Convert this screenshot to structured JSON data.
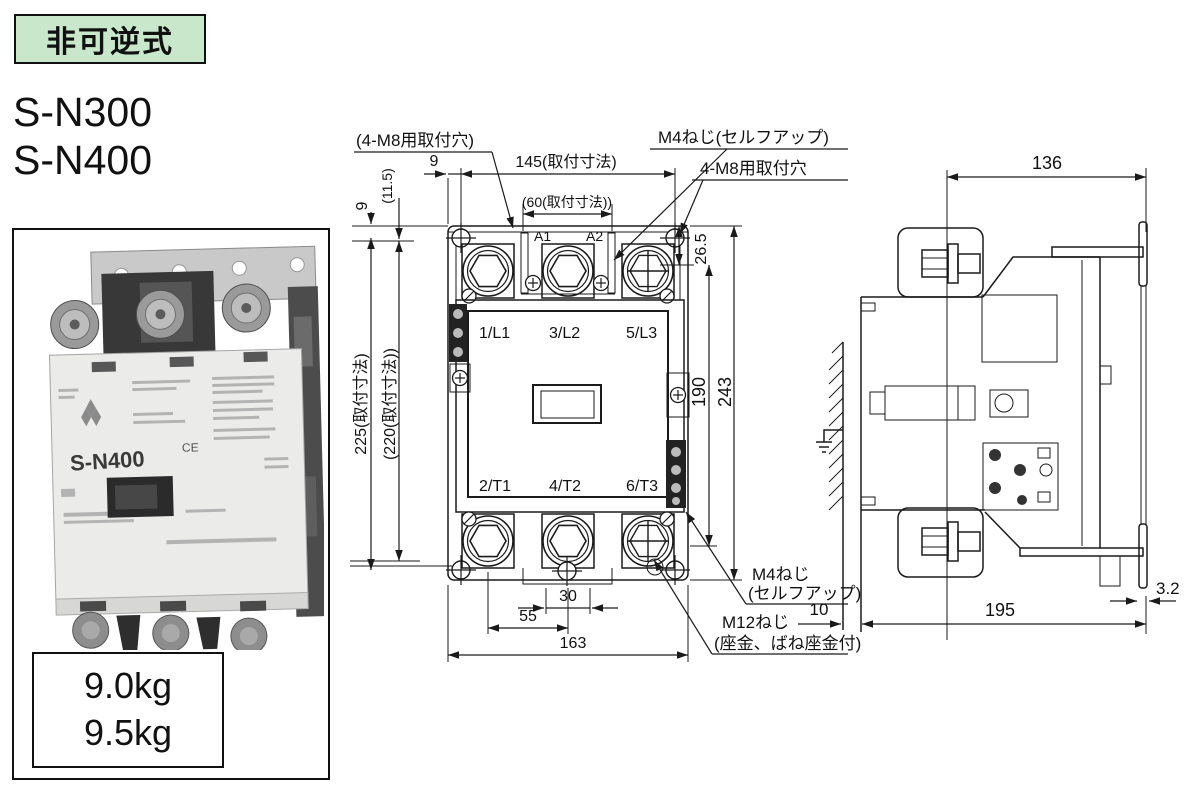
{
  "colors": {
    "badge_bg": "#c9e8cb",
    "line": "#1a1a1a"
  },
  "header": {
    "type_label": "非可逆式",
    "models": [
      "S-N300",
      "S-N400"
    ]
  },
  "photo": {
    "product_label": "S-N400",
    "ce_mark": "CE",
    "weights": [
      "9.0kg",
      "9.5kg"
    ]
  },
  "front_view": {
    "terminals": {
      "coil": [
        "A1",
        "A2"
      ],
      "line": [
        "1/L1",
        "3/L2",
        "5/L3"
      ],
      "load": [
        "2/T1",
        "4/T2",
        "6/T3"
      ]
    },
    "dims": {
      "mount_w": "145(取付寸法)",
      "coil_mount_w": "(60(取付寸法))",
      "edge_offset_top": "9",
      "edge_offset_left": "9",
      "hole_offset": "(11.5)",
      "mount_h": "225(取付寸法)",
      "mount_h_alt": "(220(取付寸法))",
      "top_offset_right": "26.5",
      "body_h": "190",
      "total_h": "243",
      "term_center_w": "30",
      "term_pitch": "55",
      "total_w": "163"
    },
    "callouts": {
      "mount_hole_paren": "(4-M8用取付穴)",
      "coil_screw": "M4ねじ(セルフアップ)",
      "mount_hole": "4-M8用取付穴",
      "aux_screw_1": "M4ねじ",
      "aux_screw_2": "(セルフアップ)",
      "main_screw_1": "M12ねじ",
      "main_screw_2": "(座金、ばね座金付)"
    }
  },
  "side_view": {
    "dims": {
      "depth_mount": "136",
      "depth_total": "195",
      "plate_thickness": "3.2",
      "clearance": "10"
    }
  }
}
